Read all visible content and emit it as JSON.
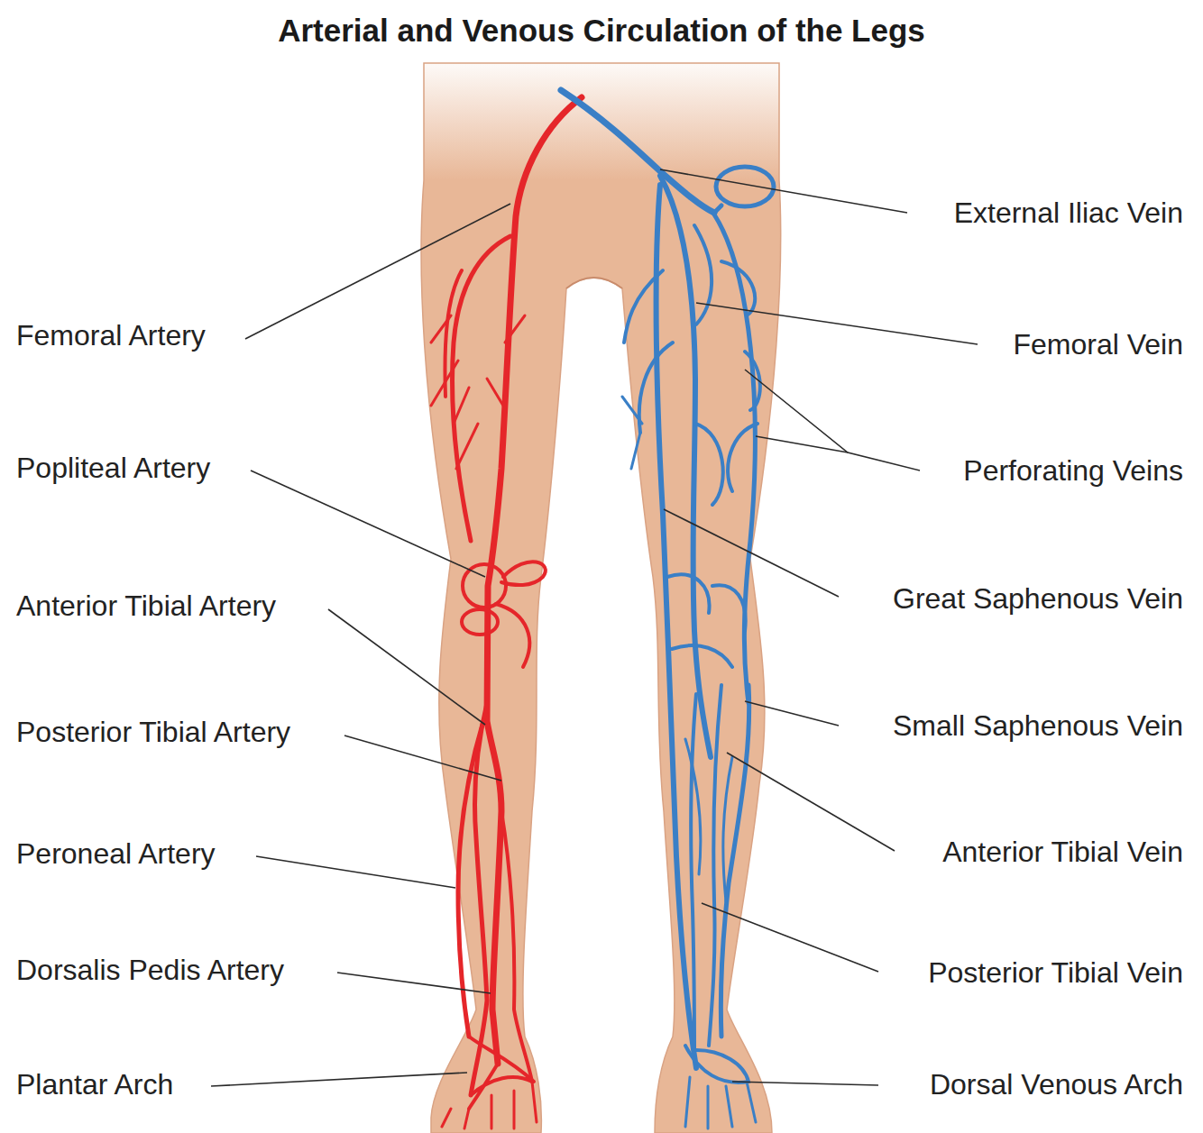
{
  "diagram": {
    "title": "Arterial and Venous Circulation of the Legs",
    "labels": [
      "Femoral Artery",
      "Popliteal Artery",
      "Anterior Tibial Artery",
      "Posterior Tibial Artery",
      "Peroneal Artery",
      "Dorsalis Pedis Artery",
      "Plantar Arch",
      "External Iliac Vein",
      "Femoral Vein",
      "Perforating Veins",
      "Great Saphenous Vein",
      "Small Saphenous Vein",
      "Anterior Tibial Vein",
      "Posterior Tibial Vein",
      "Dorsal Venous Arch"
    ]
  }
}
